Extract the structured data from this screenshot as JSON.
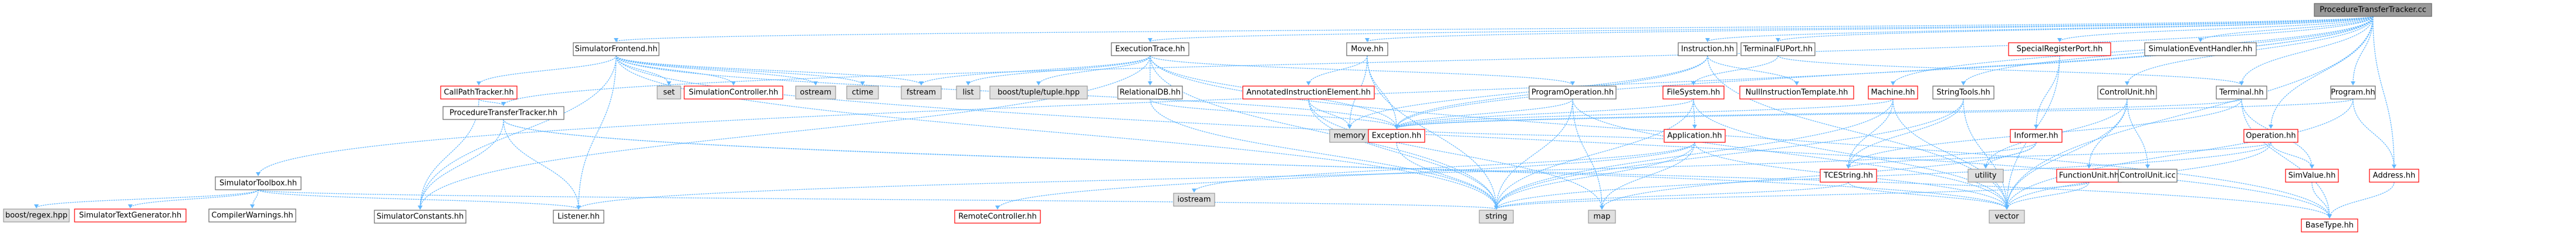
{
  "colors": {
    "edge": "#63b8ff",
    "root_fill": "#999999",
    "root_stroke": "#666666",
    "node_fill": "#ffffff",
    "node_stroke": "#666666",
    "incomplete_stroke": "#ff0000",
    "external_fill": "#e0e0e0",
    "external_stroke": "#999999"
  },
  "nodes": {
    "root": "ProcedureTransferTracker.cc",
    "simulator_toolbox_hh": "SimulatorToolbox.hh",
    "boost_regex_hpp": "boost/regex.hpp",
    "simulator_text_generator_hh": "SimulatorTextGenerator.hh",
    "compiler_warnings_hh": "CompilerWarnings.hh",
    "simulator_frontend_hh": "SimulatorFrontend.hh",
    "call_path_tracker_hh": "CallPathTracker.hh",
    "procedure_transfer_tracker_hh": "ProcedureTransferTracker.hh",
    "simulator_constants_hh": "SimulatorConstants.hh",
    "listener_hh": "Listener.hh",
    "set": "set",
    "simulation_controller_hh": "SimulationController.hh",
    "ostream": "ostream",
    "ctime": "ctime",
    "fstream": "fstream",
    "list": "list",
    "boost_tuple_hpp": "boost/tuple/tuple.hpp",
    "execution_trace_hh": "ExecutionTrace.hh",
    "relational_db_hh": "RelationalDB.hh",
    "annotated_instruction_element_hh": "AnnotatedInstructionElement.hh",
    "memory": "memory",
    "exception_hh": "Exception.hh",
    "remote_controller_hh": "RemoteController.hh",
    "iostream": "iostream",
    "move_hh": "Move.hh",
    "program_operation_hh": "ProgramOperation.hh",
    "file_system_hh": "FileSystem.hh",
    "application_hh": "Application.hh",
    "string": "string",
    "map": "map",
    "instruction_hh": "Instruction.hh",
    "null_instruction_template_hh": "NullInstructionTemplate.hh",
    "machine_hh": "Machine.hh",
    "terminal_fu_port_hh": "TerminalFUPort.hh",
    "tce_string_hh": "TCEString.hh",
    "string_tools_hh": "StringTools.hh",
    "informer_hh": "Informer.hh",
    "utility": "utility",
    "control_unit_hh": "ControlUnit.hh",
    "function_unit_hh": "FunctionUnit.hh",
    "control_unit_icc": "ControlUnit.icc",
    "vector": "vector",
    "special_register_port_hh": "SpecialRegisterPort.hh",
    "simulation_event_handler_hh": "SimulationEventHandler.hh",
    "terminal_hh": "Terminal.hh",
    "operation_hh": "Operation.hh",
    "sim_value_hh": "SimValue.hh",
    "program_hh": "Program.hh",
    "address_hh": "Address.hh",
    "base_type_hh": "BaseType.hh"
  }
}
